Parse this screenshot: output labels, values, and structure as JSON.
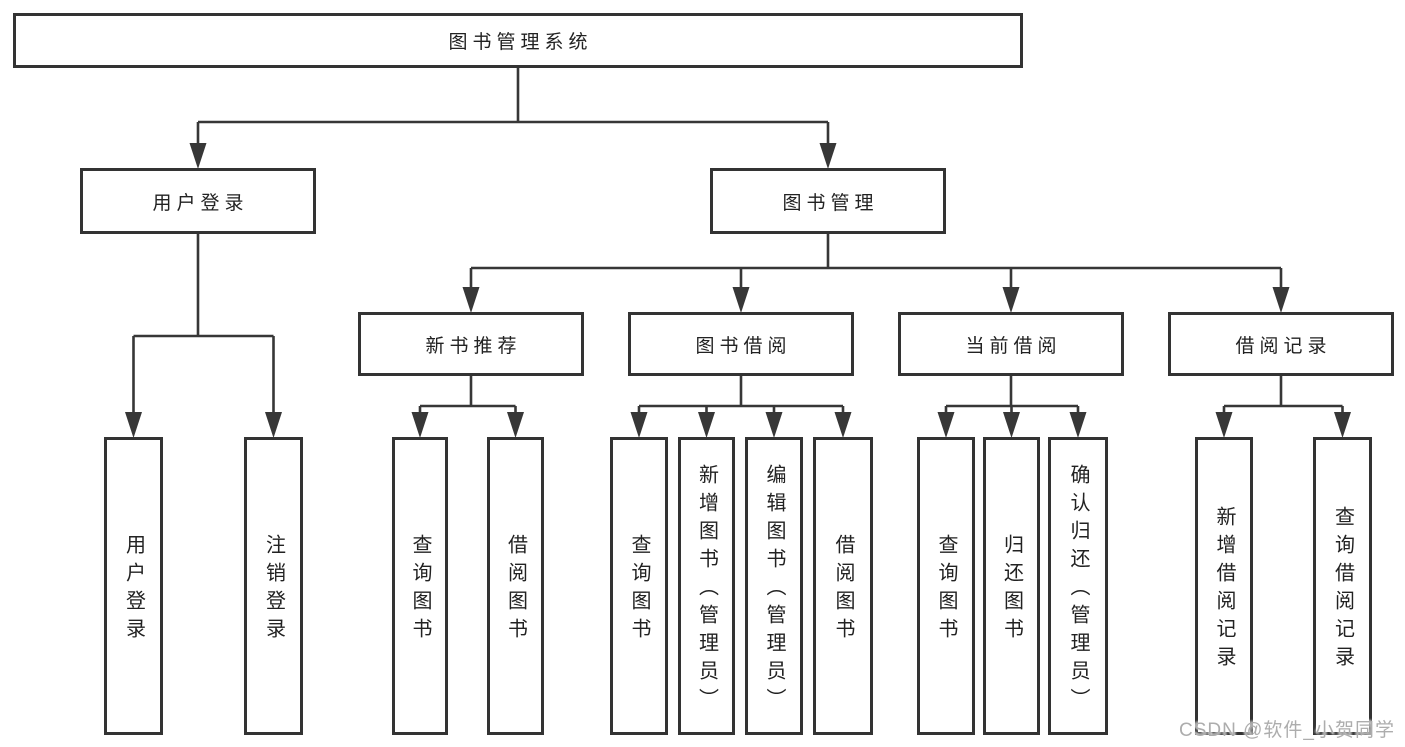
{
  "tree": {
    "root": {
      "label": "图书管理系统"
    },
    "branches": [
      {
        "label": "用户登录",
        "children": [
          {
            "label": "用户登录"
          },
          {
            "label": "注销登录"
          }
        ]
      },
      {
        "label": "图书管理",
        "children": [
          {
            "label": "新书推荐",
            "children": [
              {
                "label": "查询图书"
              },
              {
                "label": "借阅图书"
              }
            ]
          },
          {
            "label": "图书借阅",
            "children": [
              {
                "label": "查询图书"
              },
              {
                "label": "新增图书（管理员）"
              },
              {
                "label": "编辑图书（管理员）"
              },
              {
                "label": "借阅图书"
              }
            ]
          },
          {
            "label": "当前借阅",
            "children": [
              {
                "label": "查询图书"
              },
              {
                "label": "归还图书"
              },
              {
                "label": "确认归还（管理员）"
              }
            ]
          },
          {
            "label": "借阅记录",
            "children": [
              {
                "label": "新增借阅记录"
              },
              {
                "label": "查询借阅记录"
              }
            ]
          }
        ]
      }
    ]
  },
  "watermark": {
    "text": "CSDN @软件_小贺同学"
  },
  "colors": {
    "line": "#373737",
    "box_border": "#333333",
    "box_fill": "#ffffff",
    "text": "#222222",
    "watermark": "#adadad",
    "background": "#ffffff"
  }
}
